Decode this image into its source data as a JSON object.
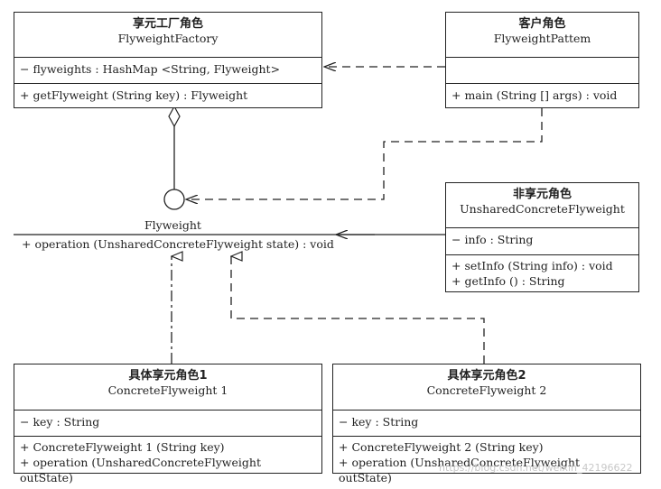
{
  "factory": {
    "title_cn": "享元工厂角色",
    "title_en": "FlyweightFactory",
    "attribute": "− flyweights : HashMap <String, Flyweight>",
    "method": "+ getFlyweight (String key) : Flyweight"
  },
  "client": {
    "title_cn": "客户角色",
    "title_en": "FlyweightPattem",
    "method": "+ main (String [] args) : void"
  },
  "flyweight": {
    "title": "Flyweight",
    "method": "+ operation (UnsharedConcreteFlyweight state) : void"
  },
  "unshared": {
    "title_cn": "非享元角色",
    "title_en": "UnsharedConcreteFlyweight",
    "attribute": "− info : String",
    "method1": "+ setInfo (String info) : void",
    "method2": "+ getInfo () : String"
  },
  "concrete1": {
    "title_cn": "具体享元角色1",
    "title_en": "ConcreteFlyweight 1",
    "attribute": "− key : String",
    "method1": "+ ConcreteFlyweight 1 (String key)",
    "method2": "+ operation (UnsharedConcreteFlyweight outState)"
  },
  "concrete2": {
    "title_cn": "具体享元角色2",
    "title_en": "ConcreteFlyweight 2",
    "attribute": "− key : String",
    "method1": "+ ConcreteFlyweight 2 (String key)",
    "method2": "+ operation (UnsharedConcreteFlyweight outState)"
  },
  "watermark": "https://blog.csdn.net/weixin_42196622"
}
